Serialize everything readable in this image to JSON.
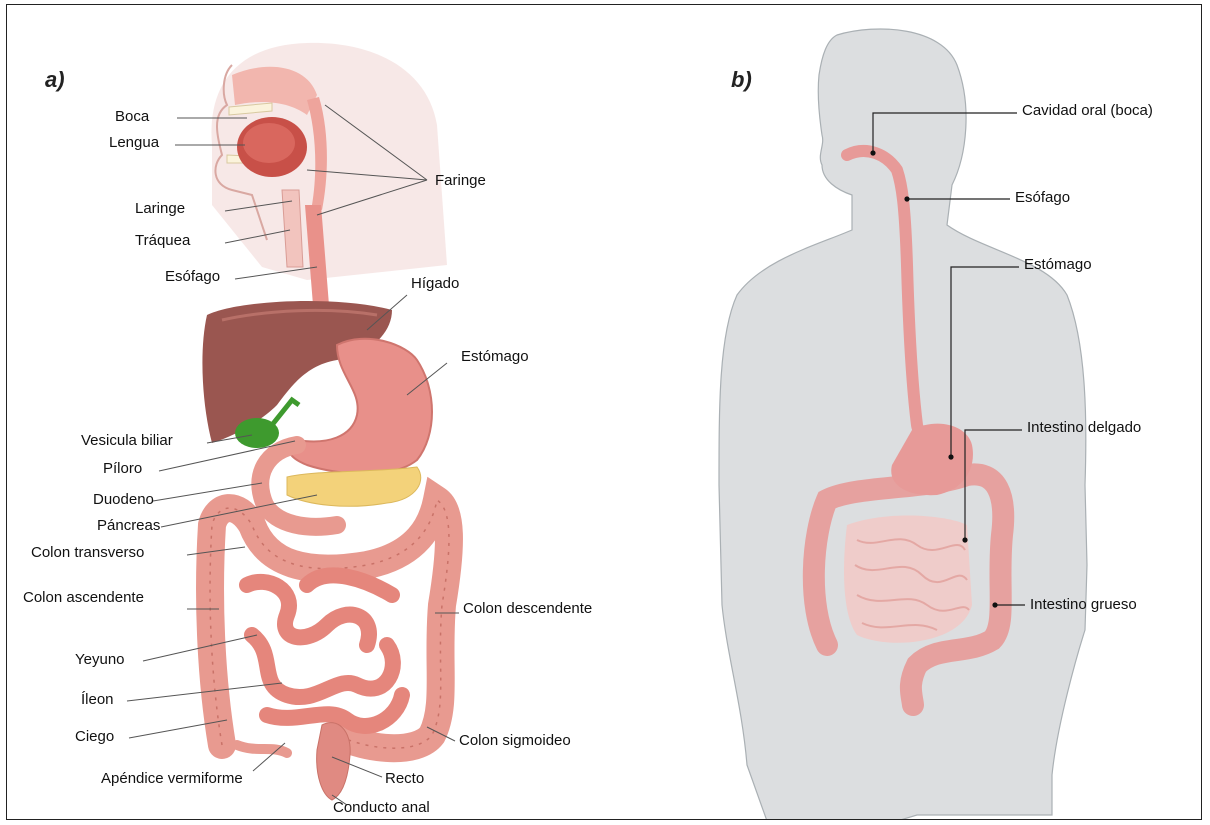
{
  "panels": [
    {
      "id": "a)",
      "labels": {
        "boca": "Boca",
        "lengua": "Lengua",
        "faringe": "Faringe",
        "laringe": "Laringe",
        "traquea": "Tráquea",
        "esofago": "Esófago",
        "higado": "Hígado",
        "estomago": "Estómago",
        "vesicula": "Vesicula biliar",
        "piloro": "Píloro",
        "duodeno": "Duodeno",
        "pancreas": "Páncreas",
        "colon_transverso": "Colon transverso",
        "colon_ascendente": "Colon ascendente",
        "colon_descendente": "Colon descendente",
        "yeyuno": "Yeyuno",
        "ileon": "Íleon",
        "ciego": "Ciego",
        "colon_sigmoideo": "Colon sigmoideo",
        "apendice": "Apéndice vermiforme",
        "recto": "Recto",
        "conducto_anal": "Conducto anal"
      }
    },
    {
      "id": "b)",
      "labels": {
        "cavidad_oral": "Cavidad oral (boca)",
        "esofago": "Esófago",
        "estomago": "Estómago",
        "intestino_delgado": "Intestino delgado",
        "intestino_grueso": "Intestino grueso"
      }
    }
  ],
  "colors": {
    "liver": "#9a5650",
    "stomach": "#e8908a",
    "intestine": "#e89a90",
    "gallbladder": "#3e9a2e",
    "pancreas": "#f3d27a",
    "body_silhouette": "#dcdee0",
    "digestive_tract_b": "#e79a98"
  }
}
